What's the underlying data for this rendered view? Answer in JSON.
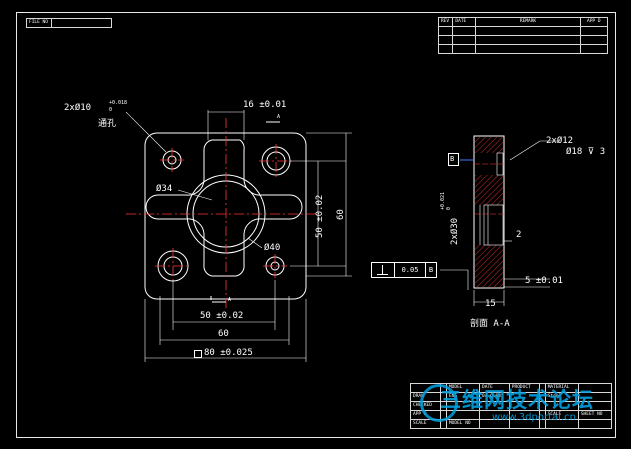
{
  "header_field": {
    "label": "FILE NO"
  },
  "revision_table": {
    "headers": [
      "REV",
      "DATE",
      "REMARK",
      "APP D"
    ]
  },
  "main_view": {
    "hole_callout": {
      "qty": "2x",
      "dia": "Ø10",
      "tol": "+0.018",
      "tol2": "0",
      "note": "通孔"
    },
    "dim_top": "16 ±0.01",
    "section_mark_top": "A",
    "section_mark_bottom": "A",
    "dia_34": "Ø34",
    "dia_40": "Ø40",
    "dim_vert_inner": "50 ±0.02",
    "dim_vert_outer": "60",
    "dim_bottom_inner": "50 ±0.02",
    "dim_bottom_outer": "60",
    "dim_square": "80 ±0.025"
  },
  "section_view": {
    "datum": "B",
    "hole_callout_1": "2xØ12",
    "hole_callout_2": "Ø18",
    "hole_depth": "3",
    "bore_dim": "2xØ30",
    "bore_tol": "+0.021",
    "bore_tol2": "0",
    "dim_2": "2",
    "dim_5": "5 ±0.01",
    "dim_15": "15",
    "tolerance_value": "0.05",
    "tolerance_datum": "B",
    "caption": "剖面 A-A"
  },
  "title_block": {
    "rows": [
      [
        "",
        "",
        "MODEL",
        "DATE",
        "PRODUCT",
        "",
        "MATERIAL",
        ""
      ],
      [
        "DRAW",
        "",
        "ENG",
        "04.6.08",
        "",
        "",
        "Steel",
        ""
      ],
      [
        "CHECKED",
        "",
        "",
        "",
        "",
        "",
        "",
        ""
      ],
      [
        "APP D",
        "",
        "",
        "",
        "",
        "",
        "SCALE",
        "SHEET NO"
      ],
      [
        "SCALE",
        "",
        "MODEL NO",
        "",
        "",
        "",
        "",
        ""
      ]
    ]
  },
  "watermark": {
    "text": "三维网技术论坛",
    "url": "www.3dportal.cn",
    "color": "#00a0e0"
  },
  "colors": {
    "line": "#ffffff",
    "center": "#ff3333",
    "hatch": "#ff3333",
    "blue": "#4a78ff",
    "bg": "#000000"
  }
}
